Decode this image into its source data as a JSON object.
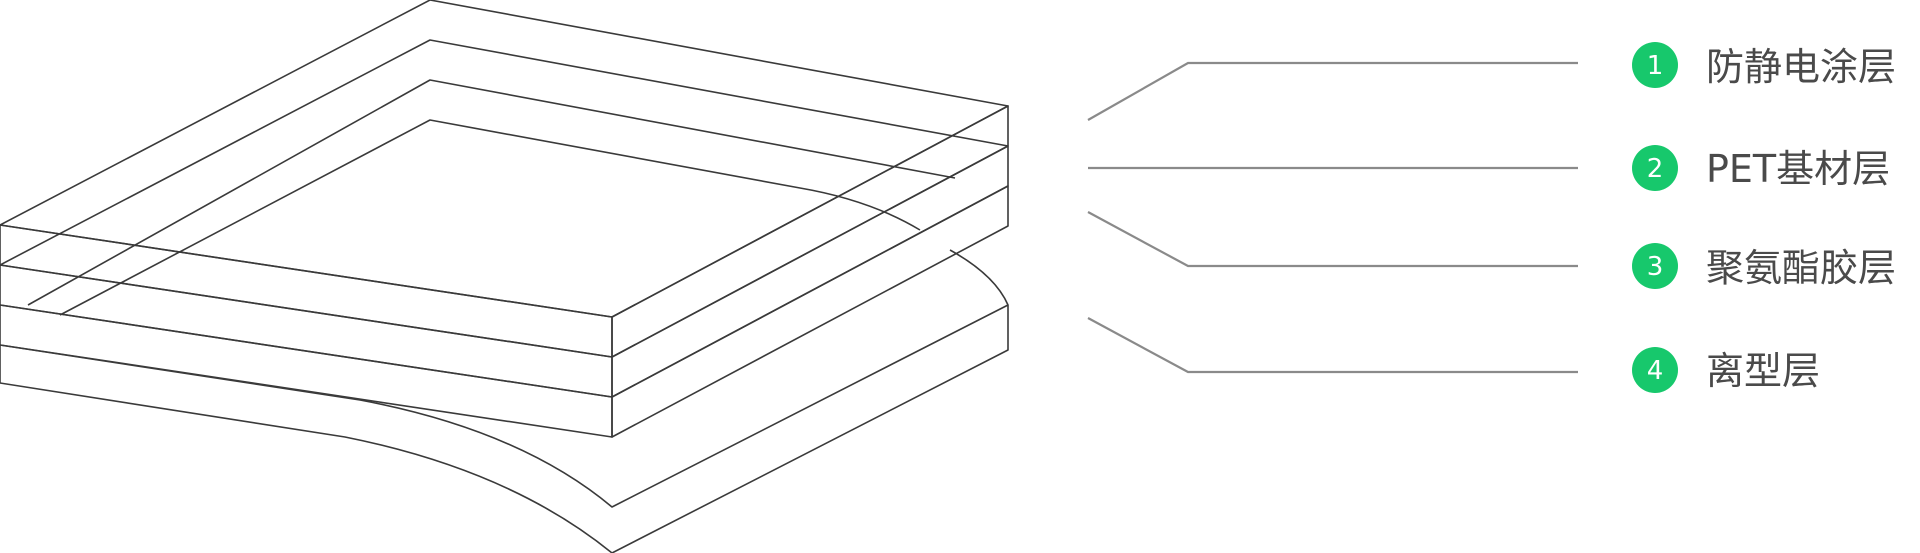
{
  "colors": {
    "antistatic": "#7ee8c0",
    "pet": "#7fb4dc",
    "polyurethane": "#a4ab8e",
    "release": "#ffffff",
    "badge": "#17c86c",
    "outline": "#3a3a3a",
    "leader": "#8a8a8a",
    "label": "#4a4a4a"
  },
  "layers": [
    {
      "number": "1",
      "label": "防静电涂层"
    },
    {
      "number": "2",
      "label": "PET基材层"
    },
    {
      "number": "3",
      "label": "聚氨酯胶层"
    },
    {
      "number": "4",
      "label": "离型层"
    }
  ]
}
